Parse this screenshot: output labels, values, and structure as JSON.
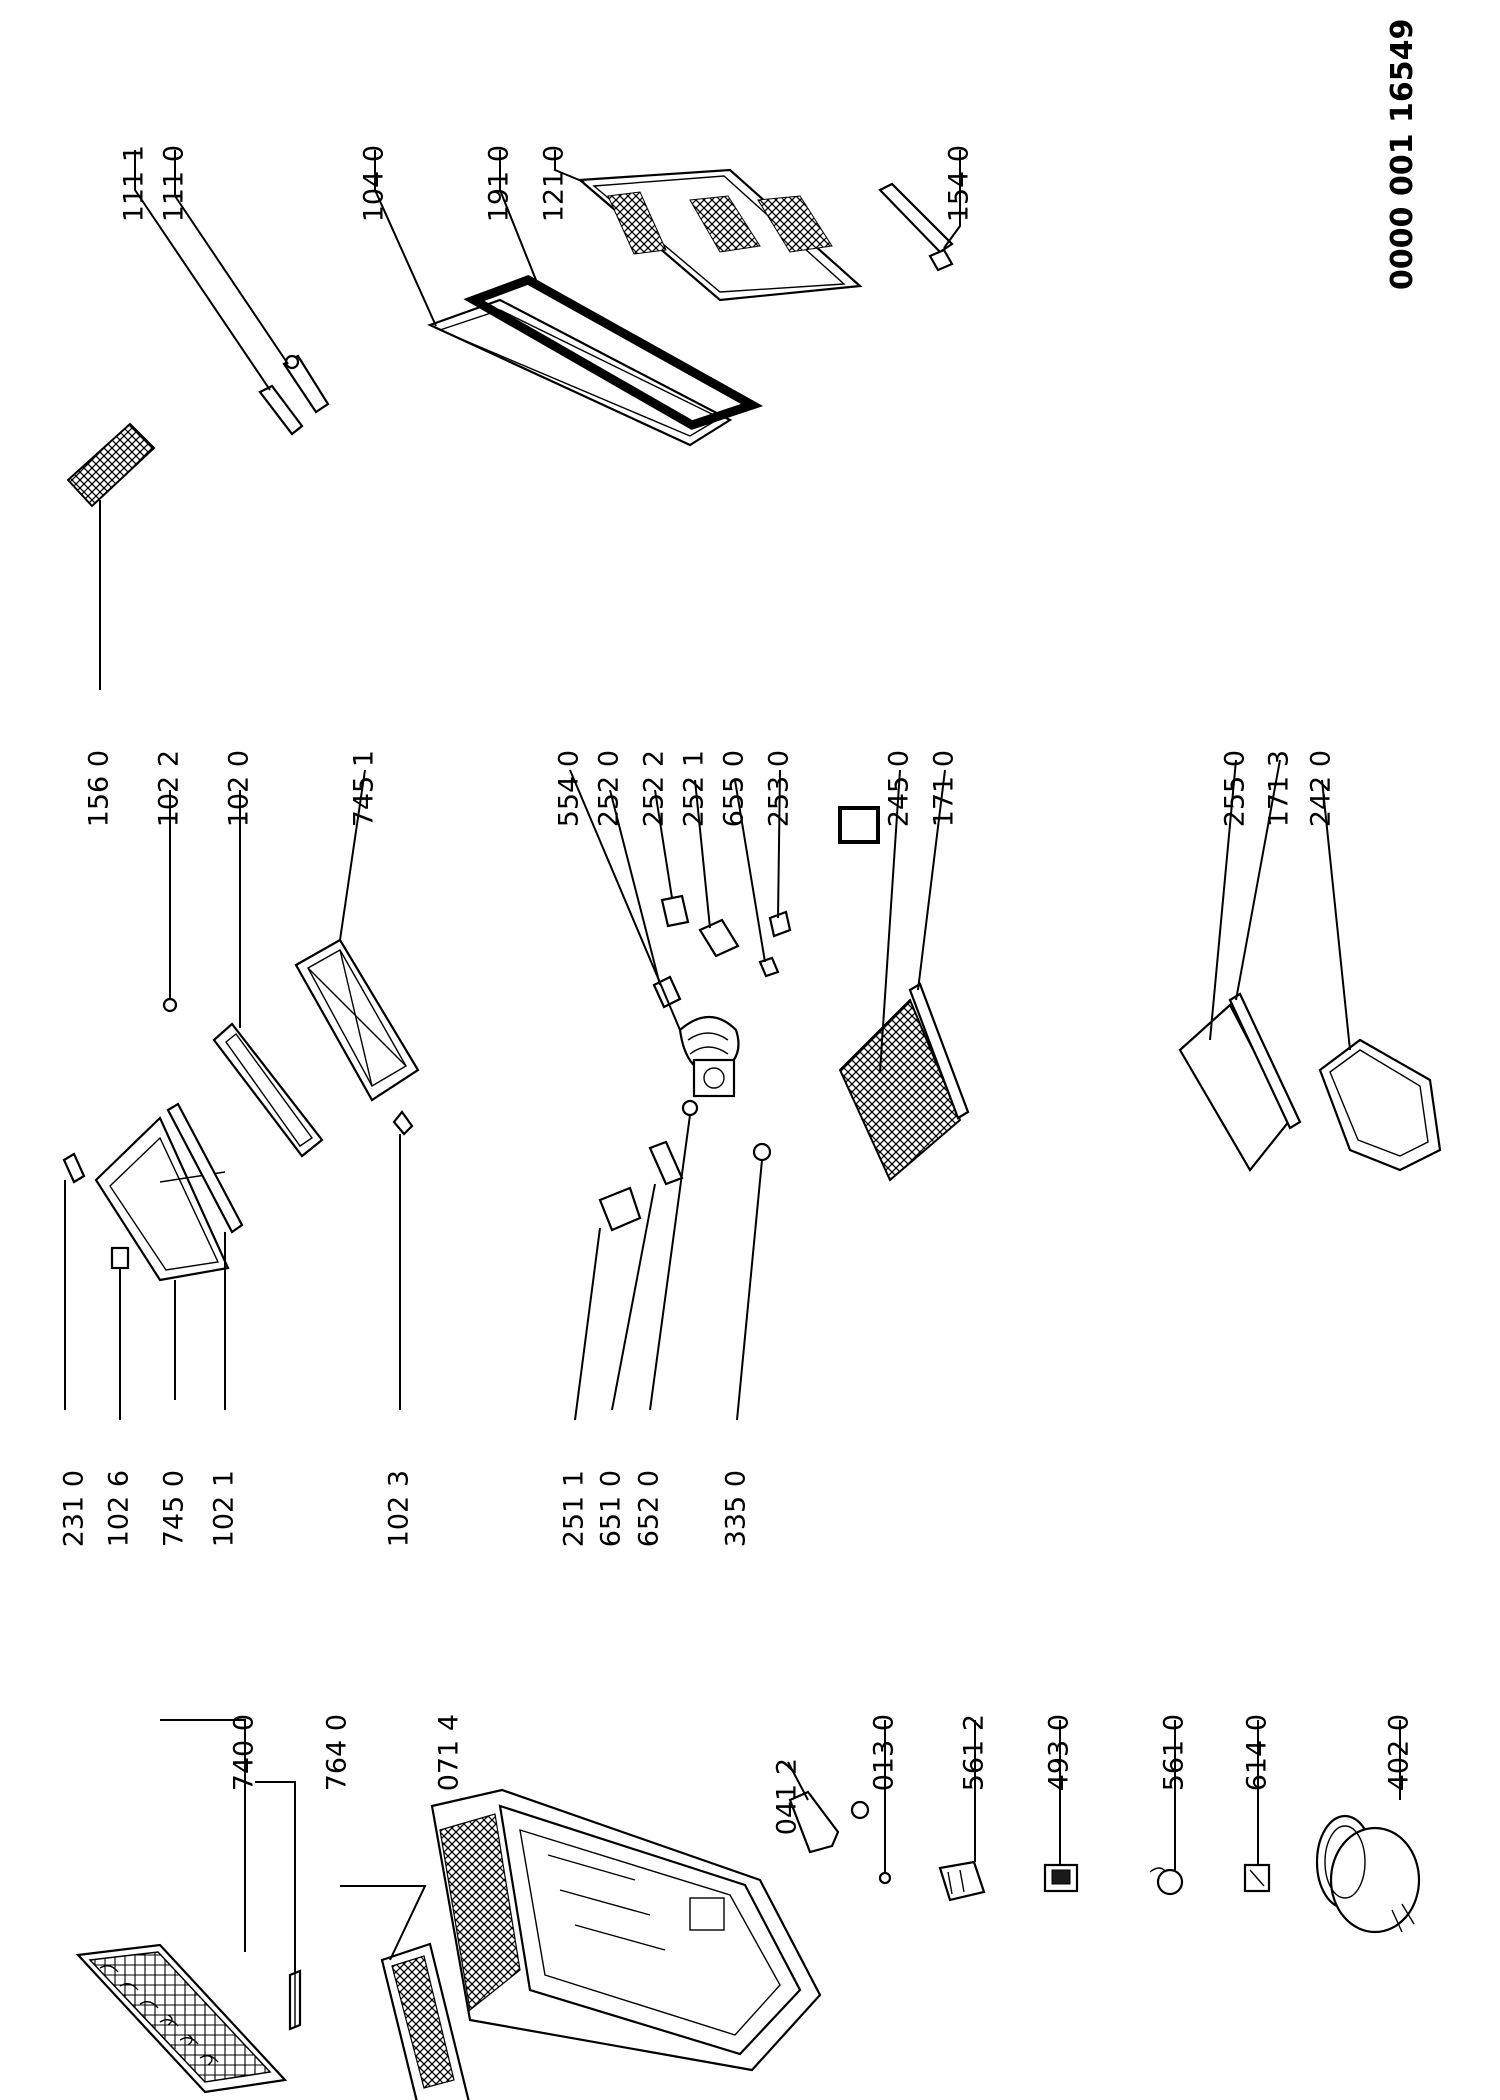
{
  "document_number": "0000 001 16549",
  "part_labels": [
    {
      "id": "p-0740-0",
      "text": "740 0",
      "group": "cabinet"
    },
    {
      "id": "p-0764-0",
      "text": "764 0",
      "group": "cabinet"
    },
    {
      "id": "p-0071-4",
      "text": "071 4",
      "group": "cabinet"
    },
    {
      "id": "p-0041-2",
      "text": "041 2",
      "group": "cabinet"
    },
    {
      "id": "p-0013-0",
      "text": "013 0",
      "group": "cabinet"
    },
    {
      "id": "p-0561-2",
      "text": "561 2",
      "group": "cabinet"
    },
    {
      "id": "p-0493-0",
      "text": "493 0",
      "group": "cabinet"
    },
    {
      "id": "p-0561-0",
      "text": "561 0",
      "group": "cabinet"
    },
    {
      "id": "p-0614-0",
      "text": "614 0",
      "group": "cabinet"
    },
    {
      "id": "p-0402-0",
      "text": "402 0",
      "group": "cabinet"
    },
    {
      "id": "p-0231-0",
      "text": "231 0",
      "group": "interior"
    },
    {
      "id": "p-0102-6",
      "text": "102 6",
      "group": "interior"
    },
    {
      "id": "p-0745-0",
      "text": "745 0",
      "group": "interior"
    },
    {
      "id": "p-0102-1",
      "text": "102 1",
      "group": "interior"
    },
    {
      "id": "p-0102-3",
      "text": "102 3",
      "group": "interior"
    },
    {
      "id": "p-0251-1",
      "text": "251 1",
      "group": "thermostat"
    },
    {
      "id": "p-0651-0",
      "text": "651 0",
      "group": "thermostat"
    },
    {
      "id": "p-0652-0",
      "text": "652 0",
      "group": "thermostat"
    },
    {
      "id": "p-0335-0",
      "text": "335 0",
      "group": "thermostat"
    },
    {
      "id": "p-0156-0",
      "text": "156 0",
      "group": "interior"
    },
    {
      "id": "p-0102-2",
      "text": "102 2",
      "group": "interior"
    },
    {
      "id": "p-0102-0",
      "text": "102 0",
      "group": "interior"
    },
    {
      "id": "p-0745-1",
      "text": "745 1",
      "group": "interior"
    },
    {
      "id": "p-0554-0",
      "text": "554 0",
      "group": "thermostat"
    },
    {
      "id": "p-0252-0",
      "text": "252 0",
      "group": "thermostat"
    },
    {
      "id": "p-0252-2",
      "text": "252 2",
      "group": "thermostat"
    },
    {
      "id": "p-0252-1",
      "text": "252 1",
      "group": "thermostat"
    },
    {
      "id": "p-0655-0",
      "text": "655 0",
      "group": "thermostat"
    },
    {
      "id": "p-0253-0",
      "text": "253 0",
      "group": "thermostat"
    },
    {
      "id": "p-0245-0",
      "text": "245 0",
      "group": "shelves"
    },
    {
      "id": "p-0171-0",
      "text": "171 0",
      "group": "shelves"
    },
    {
      "id": "p-0255-0",
      "text": "255 0",
      "group": "shelves"
    },
    {
      "id": "p-0171-3",
      "text": "171 3",
      "group": "shelves"
    },
    {
      "id": "p-0242-0",
      "text": "242 0",
      "group": "shelves"
    },
    {
      "id": "p-0111-1",
      "text": "111 1",
      "group": "door"
    },
    {
      "id": "p-0111-0",
      "text": "111 0",
      "group": "door"
    },
    {
      "id": "p-0104-0",
      "text": "104 0",
      "group": "door"
    },
    {
      "id": "p-0191-0",
      "text": "191 0",
      "group": "door"
    },
    {
      "id": "p-0121-0",
      "text": "121 0",
      "group": "door"
    },
    {
      "id": "p-0154-0",
      "text": "154 0",
      "group": "door"
    }
  ]
}
